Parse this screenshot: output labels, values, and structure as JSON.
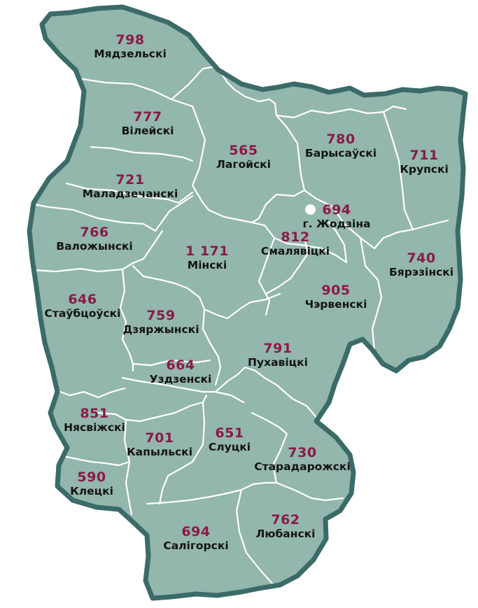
{
  "map": {
    "colors": {
      "region_fill": "#93b6ad",
      "outer_border": "#3b6b69",
      "inner_border": "#ffffff",
      "value": "#8a1b45",
      "label": "#141414"
    },
    "regions": [
      {
        "name": "Мядзельскі",
        "value": "798"
      },
      {
        "name": "Вілейскі",
        "value": "777"
      },
      {
        "name": "Лагойскі",
        "value": "565"
      },
      {
        "name": "Барысаўскі",
        "value": "780"
      },
      {
        "name": "Крупскі",
        "value": "711"
      },
      {
        "name": "Маладзечанскі",
        "value": "721"
      },
      {
        "name": "г. Жодзіна",
        "value": "694"
      },
      {
        "name": "Валожынскі",
        "value": "766"
      },
      {
        "name": "Мінскі",
        "value": "1 171"
      },
      {
        "name": "Смалявіцкі",
        "value": "812"
      },
      {
        "name": "Бярэзінскі",
        "value": "740"
      },
      {
        "name": "Стаўбцоўскі",
        "value": "646"
      },
      {
        "name": "Дзяржынскі",
        "value": "759"
      },
      {
        "name": "Чэрвенскі",
        "value": "905"
      },
      {
        "name": "Пухавіцкі",
        "value": "791"
      },
      {
        "name": "Уздзенскі",
        "value": "664"
      },
      {
        "name": "Нясвіжскі",
        "value": "851"
      },
      {
        "name": "Капыльскі",
        "value": "701"
      },
      {
        "name": "Слуцкі",
        "value": "651"
      },
      {
        "name": "Старадарожскі",
        "value": "730"
      },
      {
        "name": "Клецкі",
        "value": "590"
      },
      {
        "name": "Салігорскі",
        "value": "694"
      },
      {
        "name": "Любанскі",
        "value": "762"
      }
    ]
  }
}
